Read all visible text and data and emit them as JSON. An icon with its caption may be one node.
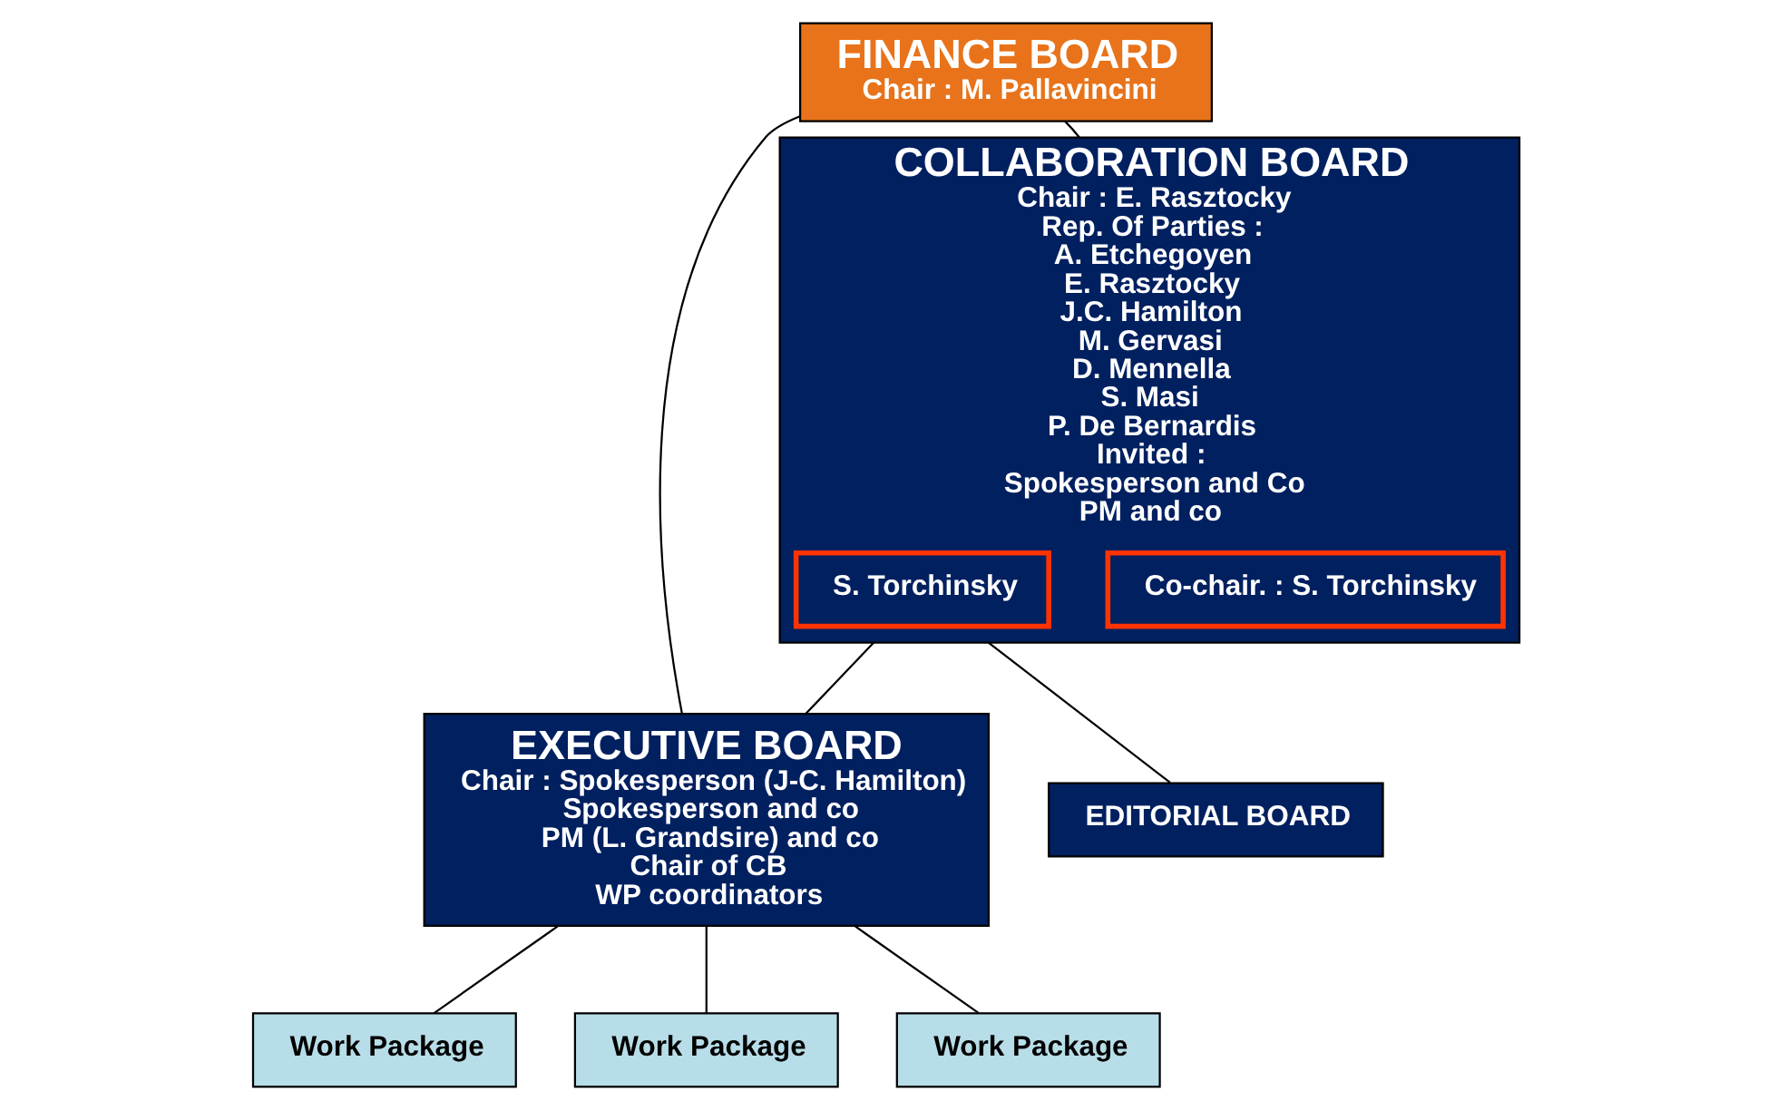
{
  "diagram": {
    "nodes": [
      {
        "text": [
          "FINANCE BOARD",
          "Chair : M. Pallavincini"
        ]
      },
      {
        "text": [
          "COLLABORATION BOARD",
          "Chair : E. Rasztocky",
          "Rep. Of Parties :",
          "A. Etchegoyen",
          "E. Rasztocky",
          "J.C. Hamilton",
          "M. Gervasi",
          "D. Mennella",
          "S. Masi",
          "P. De Bernardis",
          "Invited :",
          "Spokesperson and Co",
          "PM and co"
        ]
      },
      {
        "text": [
          "Co-chair. : S. Torchinsky"
        ],
        "in": 1
      },
      {
        "text": [
          "S. Torchinsky"
        ],
        "in": 1
      },
      {
        "text": [
          "EXECUTIVE BOARD",
          "Chair : Spokesperson (J-C. Hamilton)",
          "Spokesperson and co",
          "PM (L. Grandsire) and co",
          "Chair of CB",
          "WP coordinators"
        ]
      },
      {
        "text": [
          "Work Package"
        ]
      },
      {
        "text": [
          "Work Package"
        ]
      },
      {
        "text": [
          "Work Package"
        ]
      },
      {
        "text": [
          "EDITORIAL BOARD"
        ]
      }
    ],
    "edges": [
      {
        "from": 0,
        "to": 1,
        "arrow": "none"
      },
      {
        "from": 0,
        "to": 4,
        "arrow": "none"
      },
      {
        "from": 1,
        "to": 4,
        "arrow": "none"
      },
      {
        "from": 4,
        "to": 5,
        "arrow": "none"
      },
      {
        "from": 4,
        "to": 6,
        "arrow": "none"
      },
      {
        "from": 4,
        "to": 7,
        "arrow": "none"
      },
      {
        "from": 1,
        "to": 8,
        "arrow": "none"
      }
    ]
  }
}
